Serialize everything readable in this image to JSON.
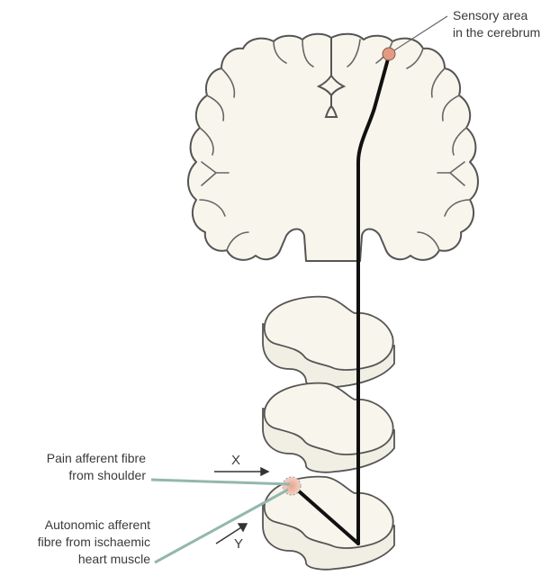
{
  "labels": {
    "sensory_area": [
      "Sensory area",
      "in the cerebrum"
    ],
    "pain_afferent": [
      "Pain afferent fibre",
      "from shoulder"
    ],
    "autonomic_afferent": [
      "Autonomic afferent",
      "fibre from ischaemic",
      "heart muscle"
    ],
    "arrow_x": "X",
    "arrow_y": "Y"
  },
  "colors": {
    "tissue": "#f8f6ec",
    "outline": "#555555",
    "pathway": "#111111",
    "leader_line": "#93b7ae",
    "sensory_dot": "#e39a83"
  }
}
